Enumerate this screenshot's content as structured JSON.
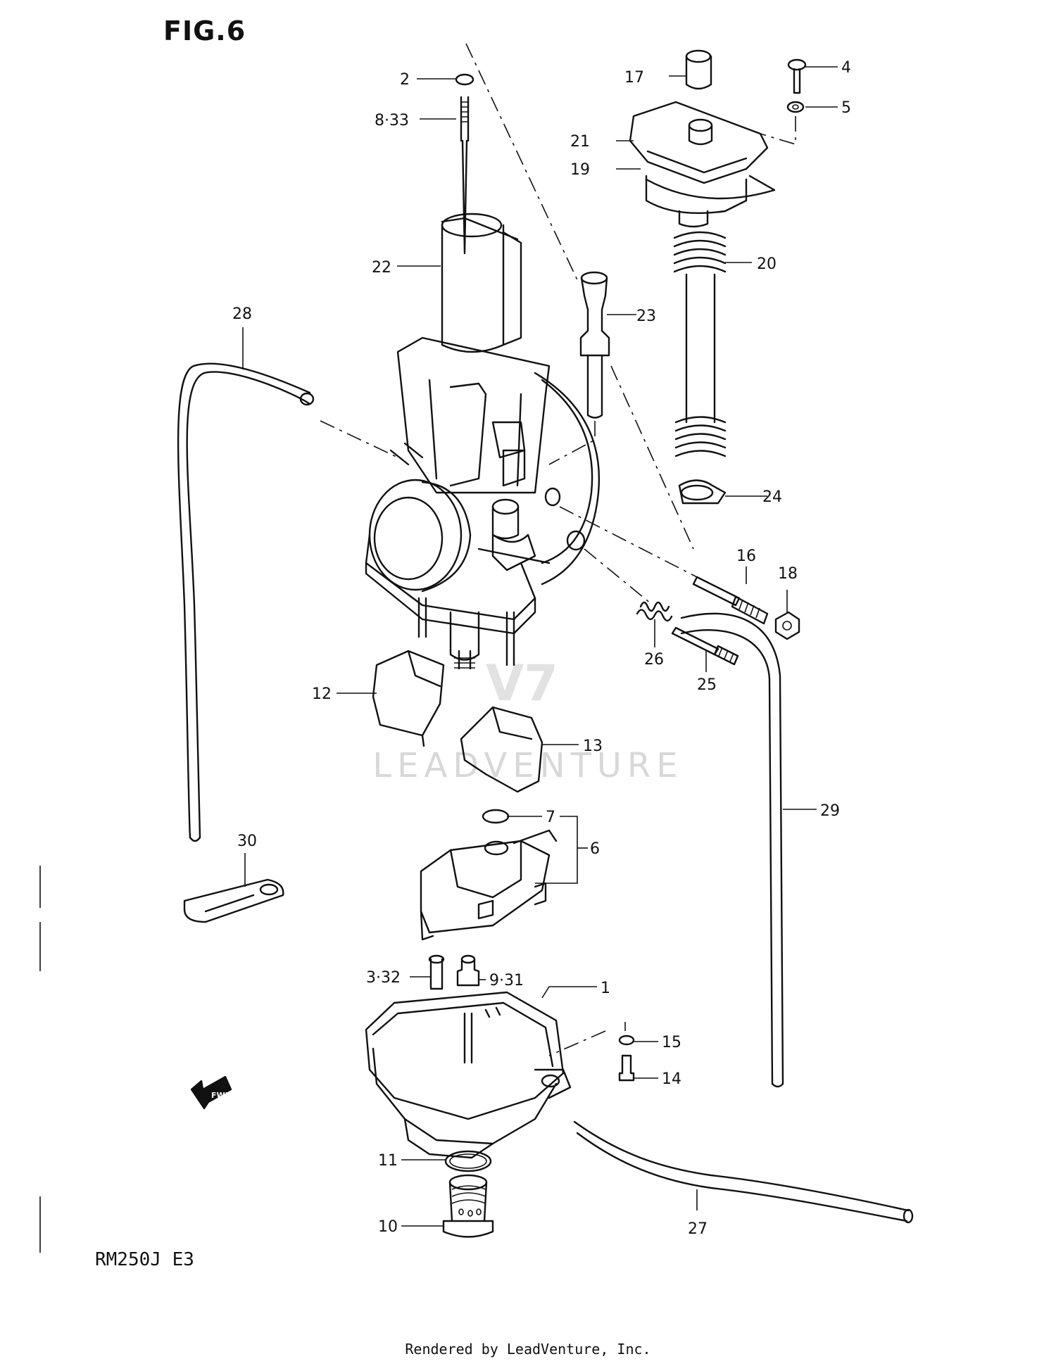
{
  "figure": {
    "title": "FIG.6",
    "model": "RM250J E3",
    "footer": "Rendered by LeadVenture, Inc.",
    "watermark": "LEADVENTURE"
  },
  "callouts": {
    "c1": "1",
    "c2": "2",
    "c3_32": "3·32",
    "c4": "4",
    "c5": "5",
    "c6": "6",
    "c7": "7",
    "c8_33": "8·33",
    "c9_31": "9·31",
    "c10": "10",
    "c11": "11",
    "c12": "12",
    "c13": "13",
    "c14": "14",
    "c15": "15",
    "c16": "16",
    "c17": "17",
    "c18": "18",
    "c19": "19",
    "c20": "20",
    "c21": "21",
    "c22": "22",
    "c23": "23",
    "c24": "24",
    "c25": "25",
    "c26": "26",
    "c27": "27",
    "c28": "28",
    "c29": "29",
    "c30": "30"
  },
  "icons": {
    "fwd_arrow": "fwd-arrow-icon",
    "fwd_text": "FWD"
  }
}
